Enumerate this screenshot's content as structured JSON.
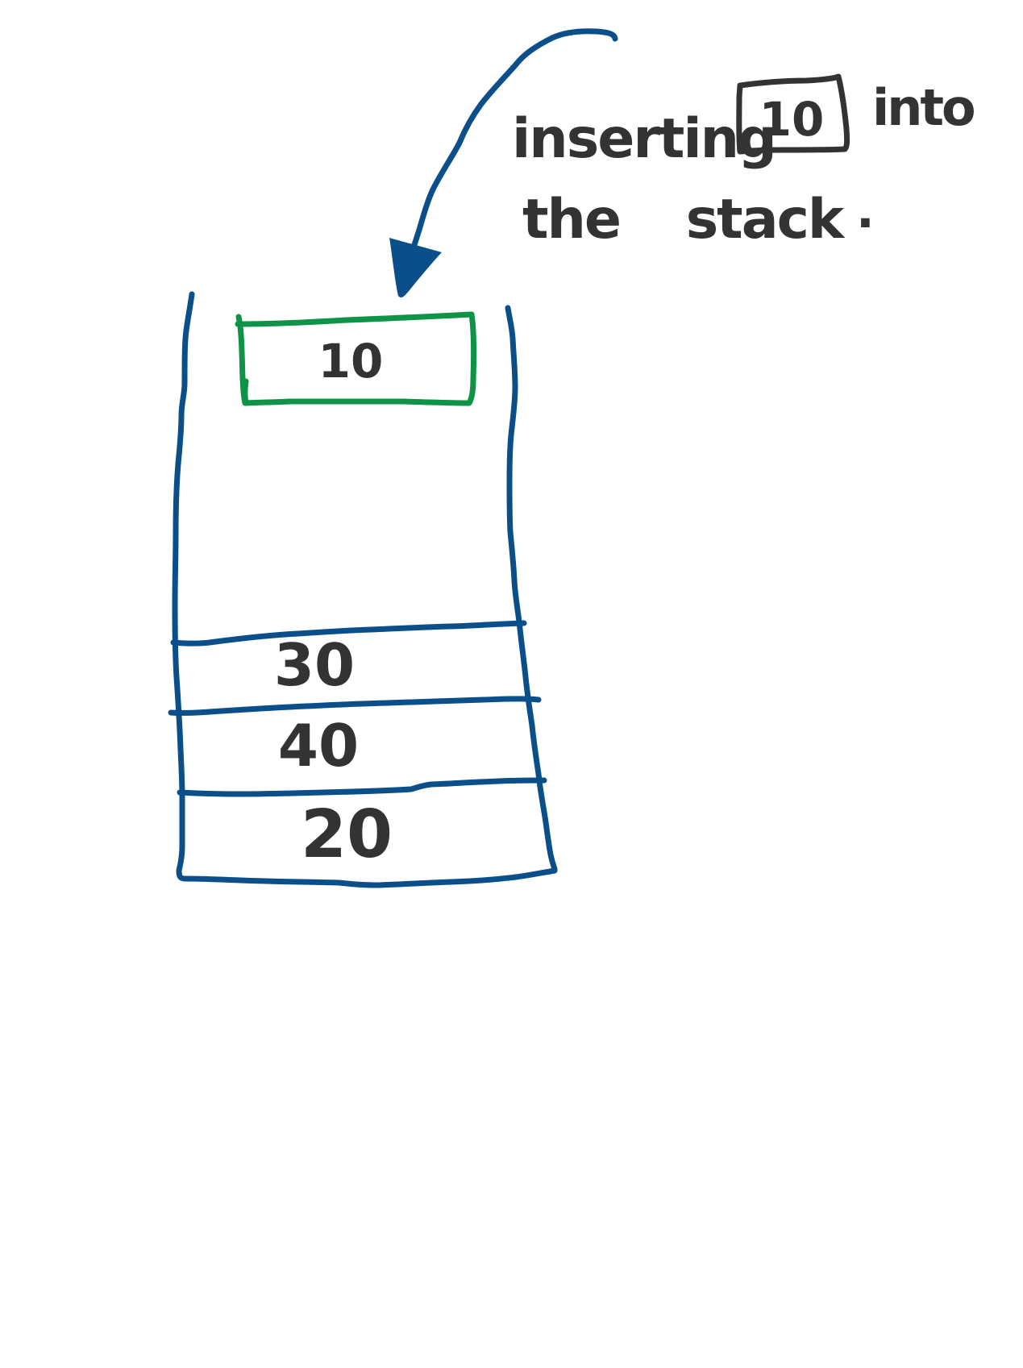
{
  "colors": {
    "stack_outline": "#0b4f8a",
    "new_item_outline": "#0f9347",
    "ink": "#333333",
    "background": "#ffffff"
  },
  "annotation": {
    "line1_before": "inserting",
    "highlight_value": "10",
    "line1_after": "into",
    "line2": "the stack",
    "period": "."
  },
  "incoming_item": {
    "value": "10"
  },
  "stack": {
    "items": [
      {
        "value": "30"
      },
      {
        "value": "40"
      },
      {
        "value": "20"
      }
    ]
  }
}
